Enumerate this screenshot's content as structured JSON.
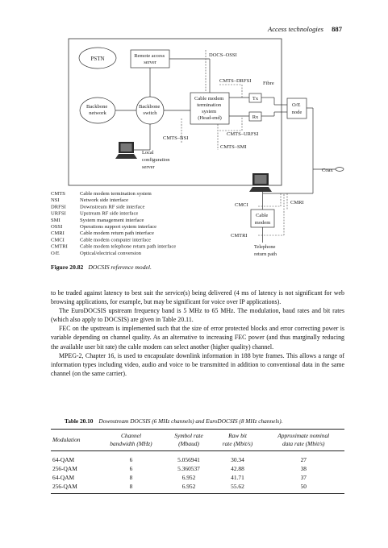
{
  "header": {
    "section": "Access technologies",
    "page_number": "887"
  },
  "figure": {
    "nodes": {
      "pstn": "PSTN",
      "remote_access": [
        "Remote access",
        "server"
      ],
      "backbone_network": [
        "Backbone",
        "network"
      ],
      "backbone_switch": [
        "Backbone",
        "switch"
      ],
      "cmts": [
        "Cable modem",
        "termination",
        "system",
        "(Head-end)"
      ],
      "tx": "Tx",
      "rx": "Rx",
      "oe": [
        "O/E",
        "node"
      ],
      "local_server": [
        "Local",
        "configuration",
        "server"
      ],
      "cable_modem": [
        "Cable",
        "modem"
      ],
      "telephone": [
        "Telephone",
        "return path"
      ]
    },
    "interfaces": {
      "docs_ossi": "DOCS–OSSI",
      "cmts_drfsi": "CMTS–DRFSI",
      "fibre": "Fibre",
      "cmts_nsi": "CMTS–NSI",
      "cmts_urfsi": "CMTS–URFSI",
      "cmts_smi": "CMTS–SMI",
      "coax": "Coax",
      "cmci": "CMCI",
      "cmri": "CMRI",
      "cmtri": "CMTRI"
    },
    "legend": [
      {
        "abbr": "CMTS",
        "desc": "Cable modem termination system"
      },
      {
        "abbr": "NSI",
        "desc": "Network side interface"
      },
      {
        "abbr": "DRFSI",
        "desc": "Downstream RF side interface"
      },
      {
        "abbr": "URFSI",
        "desc": "Upstream RF side interface"
      },
      {
        "abbr": "SMI",
        "desc": "System management interface"
      },
      {
        "abbr": "OSSI",
        "desc": "Operations support system interface"
      },
      {
        "abbr": "CMRI",
        "desc": "Cable modem return path interface"
      },
      {
        "abbr": "CMCI",
        "desc": "Cable modem computer interface"
      },
      {
        "abbr": "CMTRI",
        "desc": "Cable modem telephone return path interface"
      },
      {
        "abbr": "O/E",
        "desc": "Optical/electrical conversion"
      }
    ],
    "caption_label": "Figure 20.82",
    "caption_title": "DOCSIS reference model."
  },
  "body": {
    "p1": "to be traded against latency to best suit the service(s) being delivered (4 ms of latency is not significant for web browsing applications, for example, but may be significant for voice over IP applications).",
    "p2": "The EuroDOCSIS upstream frequency band is 5 MHz to 65 MHz. The modulation, baud rates and bit rates (which also apply to DOCSIS) are given in Table 20.11.",
    "p3": "FEC on the upstream is implemented such that the size of error protected blocks and error correcting power is variable depending on channel quality. As an alternative to increasing FEC power (and thus marginally reducing the available user bit rate) the cable modem can select another (higher quality) channel.",
    "p4": "MPEG-2, Chapter 16, is used to encapsulate downlink information in 188 byte frames. This allows a range of information types including video, audio and voice to be transmitted in addition to conventional data in the same channel (on the same carrier)."
  },
  "table": {
    "label": "Table 20.10",
    "title": "Downstream DOCSIS (6 MHz channels) and EuroDOCSIS (8 MHz channels).",
    "headers": [
      [
        "Modulation",
        ""
      ],
      [
        "Channel",
        "bandwidth (MHz)"
      ],
      [
        "Symbol rate",
        "(Mbaud)"
      ],
      [
        "Raw bit",
        "rate (Mbit/s)"
      ],
      [
        "Approximate nominal",
        "data rate (Mbit/s)"
      ]
    ],
    "rows": [
      [
        "64-QAM",
        "6",
        "5.056941",
        "30.34",
        "27"
      ],
      [
        "256-QAM",
        "6",
        "5.360537",
        "42.88",
        "38"
      ],
      [
        "64-QAM",
        "8",
        "6.952",
        "41.71",
        "37"
      ],
      [
        "256-QAM",
        "8",
        "6.952",
        "55.62",
        "50"
      ]
    ]
  }
}
